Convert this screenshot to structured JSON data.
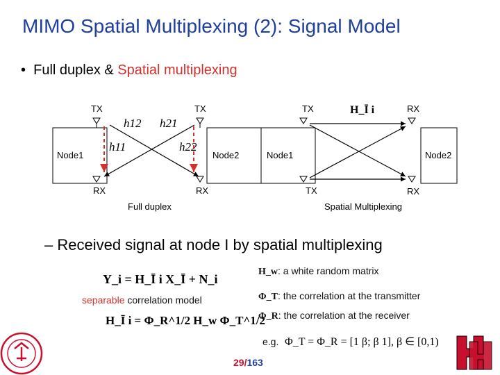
{
  "slide": {
    "title": "MIMO Spatial Multiplexing (2): Signal Model",
    "bullet": {
      "prefix": "Full duplex & ",
      "highlight": "Spatial multiplexing"
    },
    "sub_bullet": "– Received signal at node I by spatial multiplexing",
    "page_current": "29",
    "page_separator": "/",
    "page_total": "163"
  },
  "diagram_left": {
    "caption": "Full duplex",
    "node1": "Node1",
    "node2": "Node2",
    "tx_left": "TX",
    "tx_right": "TX",
    "rx_left": "RX",
    "rx_right": "RX",
    "h12": "h12",
    "h21": "h21",
    "h11": "h11",
    "h22": "h22"
  },
  "diagram_right": {
    "caption": "Spatial Multiplexing",
    "node1": "Node1",
    "node2": "Node2",
    "tx_top": "TX",
    "tx_bottom": "TX",
    "rx_top": "RX",
    "rx_bottom": "RX",
    "channel": "H_Ī i"
  },
  "equations": {
    "signal": "Y_i = H_Ī i X_Ī + N_i",
    "separable_prefix": "separable",
    "separable_suffix": " correlation model",
    "correlation": "H_Ī i = Φ_R^1/2 H_w Φ_T^1/2",
    "eg": "e.g.",
    "example": "Φ_T = Φ_R = [1 β; β 1], β ∈ [0,1)"
  },
  "definitions": [
    {
      "symbol": "H_w",
      "text": ": a white random matrix"
    },
    {
      "symbol": "Φ_T",
      "text": ": the correlation at the transmitter"
    },
    {
      "symbol": "Φ_R",
      "text": ": the correlation at the receiver"
    }
  ],
  "colors": {
    "title": "#1f3f9e",
    "highlight": "#d0312d",
    "page_total": "#1f3f9e",
    "logo_red": "#c8102e"
  },
  "logos": {
    "left": "university-seal-logo",
    "right": "uh-logo"
  }
}
